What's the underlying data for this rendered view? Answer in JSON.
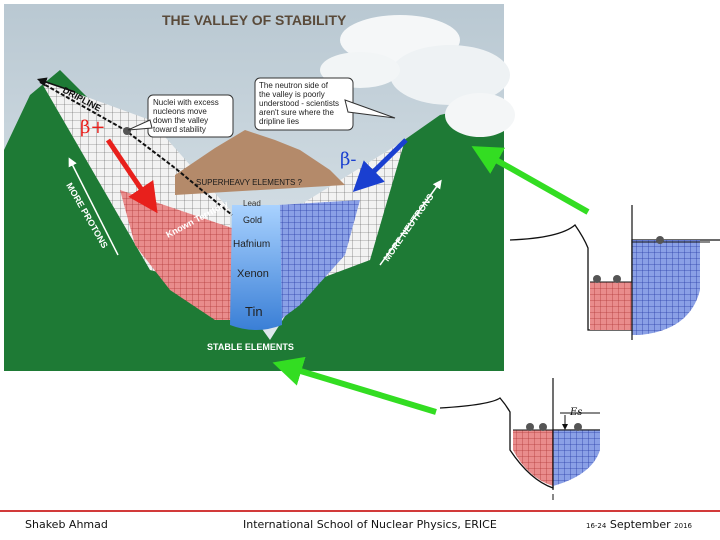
{
  "diagram": {
    "title": "THE VALLEY OF STABILITY",
    "dripline_label": "DRIPLINE",
    "note_left": [
      "Nuclei with excess",
      "nucleons move",
      "down the valley",
      "toward stability"
    ],
    "note_right": [
      "The neutron side of",
      "the valley is poorly",
      "understood - scientists",
      "aren't sure where the",
      "dripline lies"
    ],
    "superheavy": "SUPERHEAVY ELEMENTS ?",
    "known_territory": "Known Territory",
    "elements": [
      "Lead",
      "Gold",
      "Hafnium",
      "Xenon",
      "Tin"
    ],
    "more_protons": "MORE PROTONS",
    "more_neutrons": "MORE NEUTRONS",
    "stable_elements": "STABLE ELEMENTS",
    "beta_plus": "β+",
    "beta_minus": "β-",
    "es_label": "Es",
    "colors": {
      "mountain_green": "#1e7a35",
      "proton_red": "#c94646",
      "neutron_blue": "#3355b0",
      "stable_blue": "#5aa0e6",
      "arrow_red": "#e8201c",
      "arrow_blue": "#1a3fd0",
      "arrow_green": "#33dd22"
    }
  },
  "footer": {
    "author": "Shakeb Ahmad",
    "school": "International School of Nuclear Physics, ERICE",
    "date_pre": "16-24",
    "date_main": "September",
    "date_post": "2016"
  }
}
